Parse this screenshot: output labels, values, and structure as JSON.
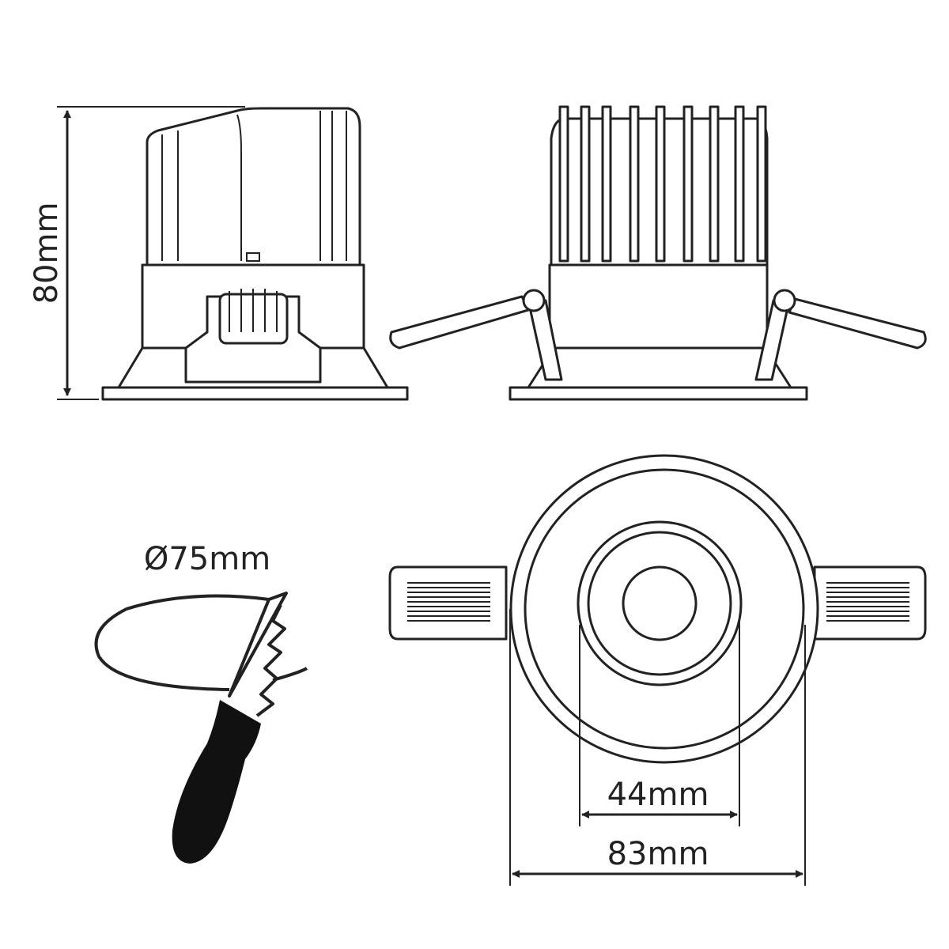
{
  "dimensions": {
    "height": "80mm",
    "cutout": "Ø75mm",
    "inner_diameter": "44mm",
    "outer_diameter": "83mm"
  },
  "colors": {
    "line": "#222222",
    "background": "#ffffff"
  }
}
